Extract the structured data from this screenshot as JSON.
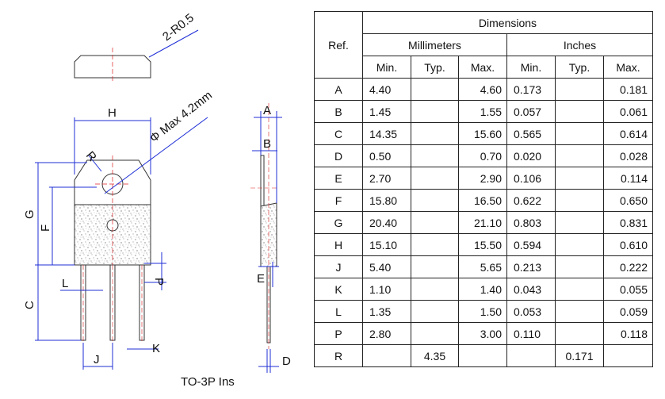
{
  "drawing": {
    "labels": {
      "radius_note": "2-R0.5",
      "hole_note": "Φ Max 4.2mm",
      "H": "H",
      "R": "R",
      "G": "G",
      "F": "F",
      "C": "C",
      "L": "L",
      "J": "J",
      "P": "P",
      "K": "K",
      "A": "A",
      "B": "B",
      "E": "E",
      "D": "D"
    },
    "caption": "TO-3P Ins",
    "line_color": "#1f2fd6"
  },
  "table": {
    "header_ref": "Ref.",
    "header_dimensions": "Dimensions",
    "header_mm": "Millimeters",
    "header_in": "Inches",
    "sub": [
      "Min.",
      "Typ.",
      "Max.",
      "Min.",
      "Typ.",
      "Max."
    ],
    "rows": [
      [
        "A",
        "4.40",
        "",
        "4.60",
        "0.173",
        "",
        "0.181"
      ],
      [
        "B",
        "1.45",
        "",
        "1.55",
        "0.057",
        "",
        "0.061"
      ],
      [
        "C",
        "14.35",
        "",
        "15.60",
        "0.565",
        "",
        "0.614"
      ],
      [
        "D",
        "0.50",
        "",
        "0.70",
        "0.020",
        "",
        "0.028"
      ],
      [
        "E",
        "2.70",
        "",
        "2.90",
        "0.106",
        "",
        "0.114"
      ],
      [
        "F",
        "15.80",
        "",
        "16.50",
        "0.622",
        "",
        "0.650"
      ],
      [
        "G",
        "20.40",
        "",
        "21.10",
        "0.803",
        "",
        "0.831"
      ],
      [
        "H",
        "15.10",
        "",
        "15.50",
        "0.594",
        "",
        "0.610"
      ],
      [
        "J",
        "5.40",
        "",
        "5.65",
        "0.213",
        "",
        "0.222"
      ],
      [
        "K",
        "1.10",
        "",
        "1.40",
        "0.043",
        "",
        "0.055"
      ],
      [
        "L",
        "1.35",
        "",
        "1.50",
        "0.053",
        "",
        "0.059"
      ],
      [
        "P",
        "2.80",
        "",
        "3.00",
        "0.110",
        "",
        "0.118"
      ],
      [
        "R",
        "",
        "4.35",
        "",
        "",
        "0.171",
        ""
      ]
    ]
  }
}
